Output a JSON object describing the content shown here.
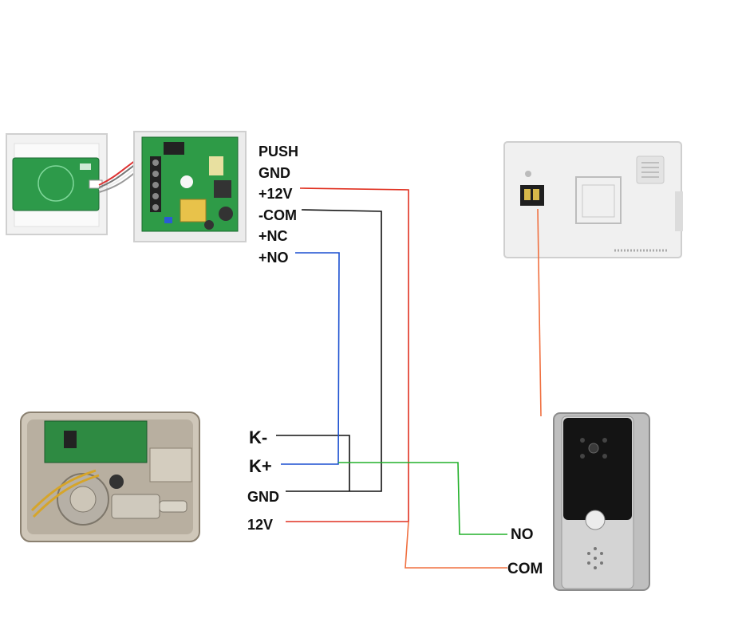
{
  "power_supply_terminals": [
    "PUSH",
    "GND",
    "+12V",
    "-COM",
    "+NC",
    "+NO"
  ],
  "lock_terminals": [
    "K-",
    "K+",
    "GND",
    "12V"
  ],
  "outdoor_station_terminals": [
    "NO",
    "COM"
  ],
  "colors": {
    "wire_red": "#e03020",
    "wire_black": "#111111",
    "wire_blue": "#1a4fd0",
    "wire_green": "#22b02a",
    "wire_orange": "#f07040"
  },
  "components": [
    {
      "name": "exit-button-and-power-supply-board",
      "icon": "power-supply-pcb-icon"
    },
    {
      "name": "indoor-monitor",
      "icon": "monitor-back-icon"
    },
    {
      "name": "electric-lock",
      "icon": "motor-lock-icon"
    },
    {
      "name": "outdoor-doorbell-camera",
      "icon": "doorbell-camera-icon"
    }
  ]
}
